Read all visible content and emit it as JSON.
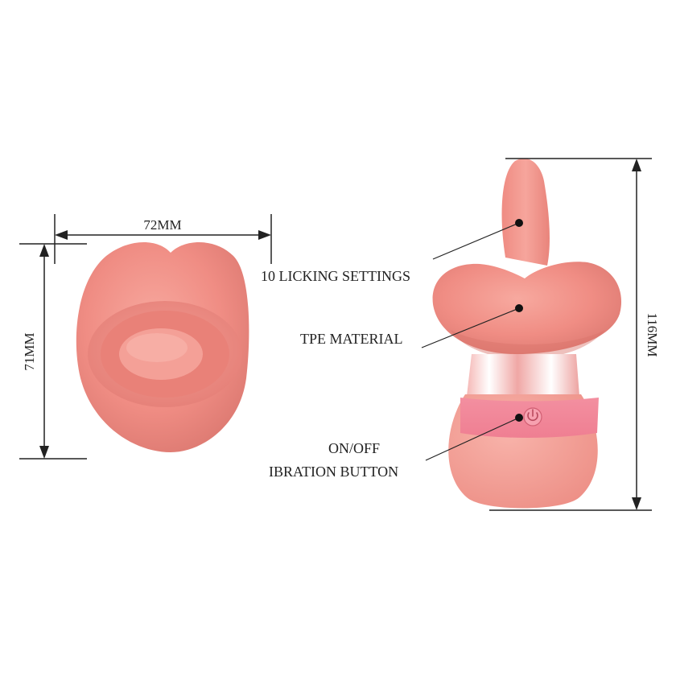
{
  "colors": {
    "background": "#ffffff",
    "ink": "#222222",
    "product_pink": "#f08d84",
    "product_light": "#f7b0a6",
    "product_shadow": "#d96e66",
    "button_band": "#f2879a",
    "chrome": "#f6c9c8"
  },
  "left_view": {
    "width_label": "72MM",
    "height_label": "71MM"
  },
  "right_view": {
    "height_label": "116MM",
    "callouts": {
      "licking": "10 LICKING SETTINGS",
      "material": "TPE MATERIAL",
      "button_line1": "ON/OFF",
      "button_line2": "IBRATION BUTTON"
    },
    "icons": [
      "power-icon"
    ]
  }
}
